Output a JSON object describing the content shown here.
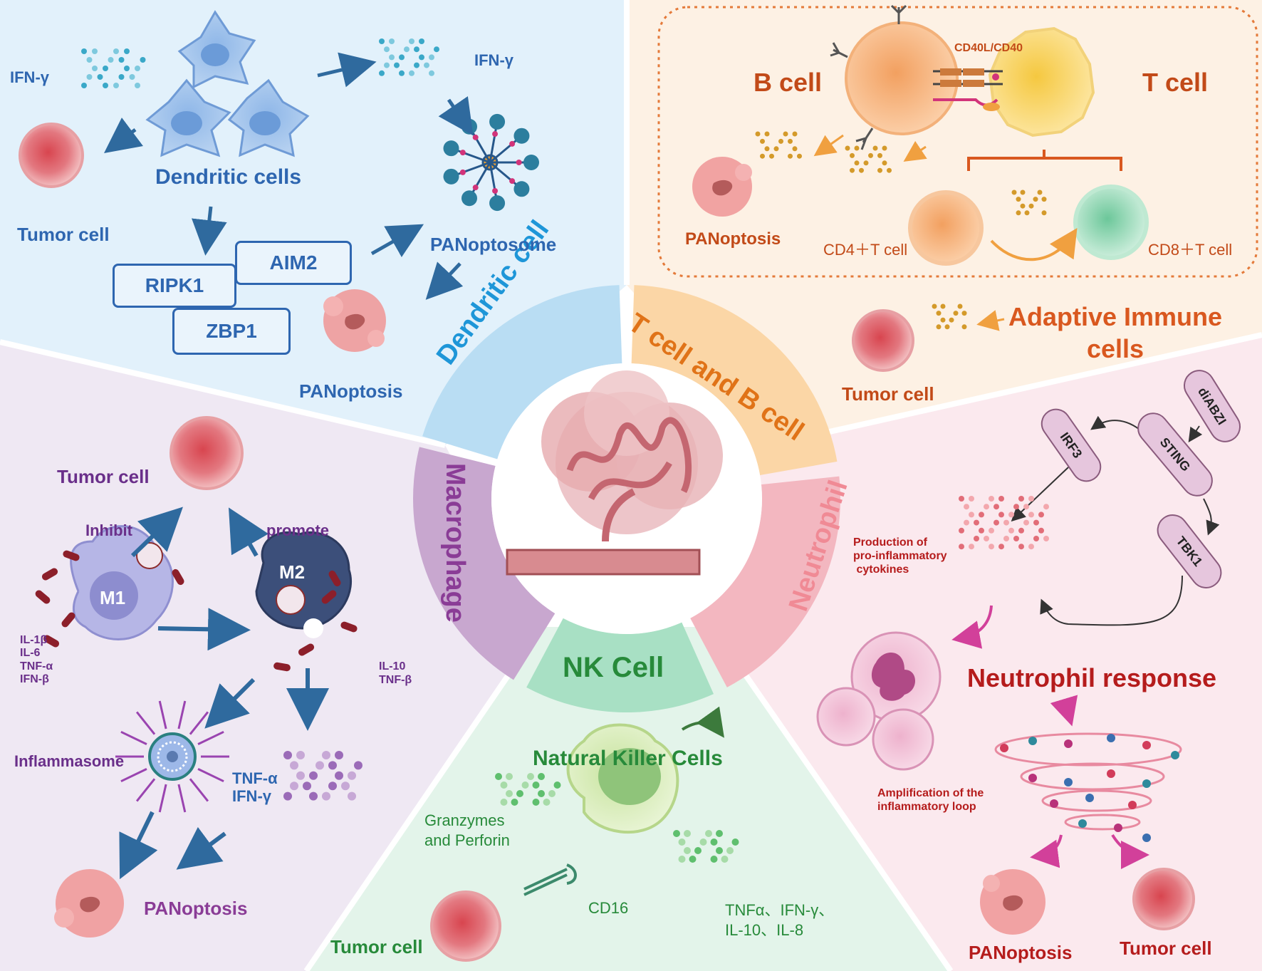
{
  "colors": {
    "dendritic_bg": "#e2f1fb",
    "tb_bg": "#fdf1e4",
    "macrophage_bg": "#efe8f3",
    "nk_bg": "#e3f4ea",
    "neutrophil_bg": "#fbe9ee",
    "dendritic_ring": "#b9ddf3",
    "tb_ring": "#fbd6a6",
    "neutrophil_ring": "#f3b7c0",
    "nk_ring": "#a8e0c4",
    "macrophage_ring": "#c8a7cf"
  },
  "center_ring": {
    "dendritic": "Dendritic cell",
    "tb": "T cell and B cell",
    "neutrophil": "Neutrophil",
    "nk": "NK Cell",
    "macrophage": "Macrophage"
  },
  "dendritic": {
    "ifn_left": "IFN-γ",
    "ifn_right": "IFN-γ",
    "cells_label": "Dendritic cells",
    "tumor_label": "Tumor cell",
    "panoptosome": "PANoptosome",
    "panoptosis": "PANoptosis",
    "box_ripk1": "RIPK1",
    "box_aim2": "AIM2",
    "box_zbp1": "ZBP1"
  },
  "tb": {
    "b_cell": "B cell",
    "t_cell": "T cell",
    "cd40": "CD40L/CD40",
    "panoptosis": "PANoptosis",
    "cd4": "CD4＋T cell",
    "cd8": "CD8＋T cell",
    "adaptive": "Adaptive Immune\ncells",
    "tumor_label": "Tumor cell"
  },
  "macrophage": {
    "tumor_label": "Tumor cell",
    "inhibit": "Inhibit",
    "promote": "promote",
    "m1": "M1",
    "m2": "M2",
    "m1_cytokines": "IL-1β\nIL-6\nTNF-α\nIFN-β",
    "m2_cytokines": "IL-10\nTNF-β",
    "inflammasome": "Inflammasome",
    "tnf_ifn": "TNF-α\nIFN-γ",
    "panoptosis": "PANoptosis"
  },
  "nk": {
    "title": "Natural Killer Cells",
    "granzymes": "Granzymes\nand Perforin",
    "cd16": "CD16",
    "cytokines": "TNFα、IFN-γ、\nIL-10、IL-8",
    "tumor_label": "Tumor cell"
  },
  "neutrophil": {
    "diabzi": "diABZI",
    "sting": "STING",
    "irf3": "IRF3",
    "tbk1": "TBK1",
    "production": "Production of\npro-inflammatory\n cytokines",
    "response": "Neutrophil response",
    "amplification": "Amplification of the\ninflammatory loop",
    "panoptosis": "PANoptosis",
    "tumor_label": "Tumor cell"
  }
}
